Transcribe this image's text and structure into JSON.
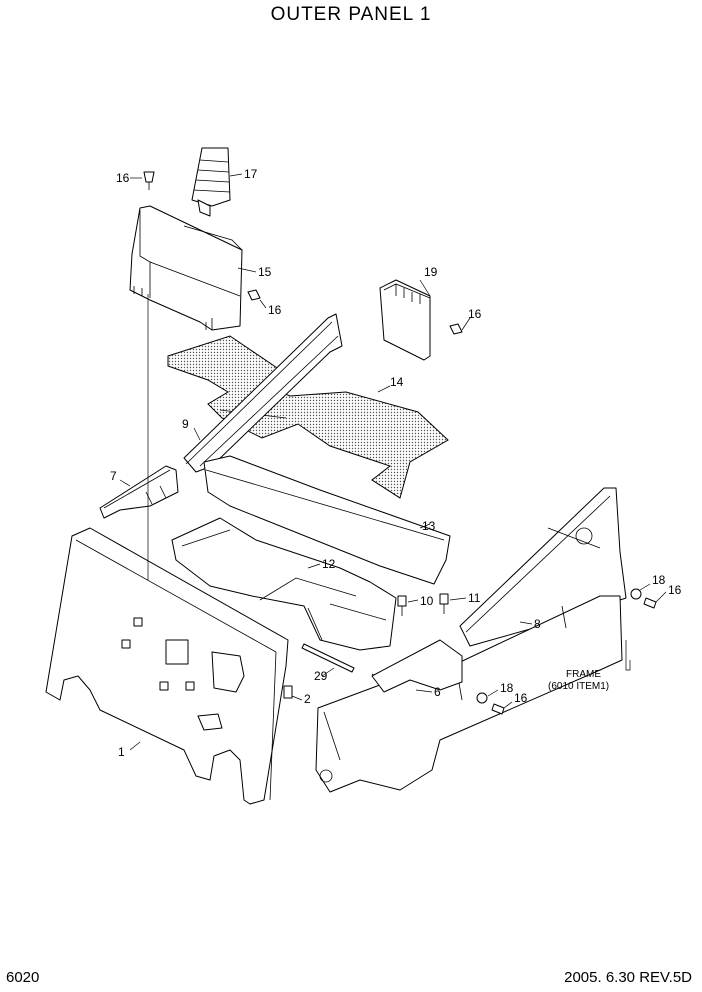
{
  "title": "OUTER PANEL 1",
  "page_number": "6020",
  "revision": "2005. 6.30 REV.5D",
  "frame_label": {
    "line1": "FRAME",
    "line2": "(6010 ITEM1)"
  },
  "callouts": {
    "c1": "1",
    "c2": "2",
    "c6": "6",
    "c7": "7",
    "c8": "8",
    "c9": "9",
    "c10": "10",
    "c11": "11",
    "c12": "12",
    "c13": "13",
    "c14": "14",
    "c15": "15",
    "c16a": "16",
    "c16b": "16",
    "c16c": "16",
    "c16d": "16",
    "c16e": "16",
    "c17": "17",
    "c18a": "18",
    "c18b": "18",
    "c19": "19",
    "c29": "29"
  }
}
